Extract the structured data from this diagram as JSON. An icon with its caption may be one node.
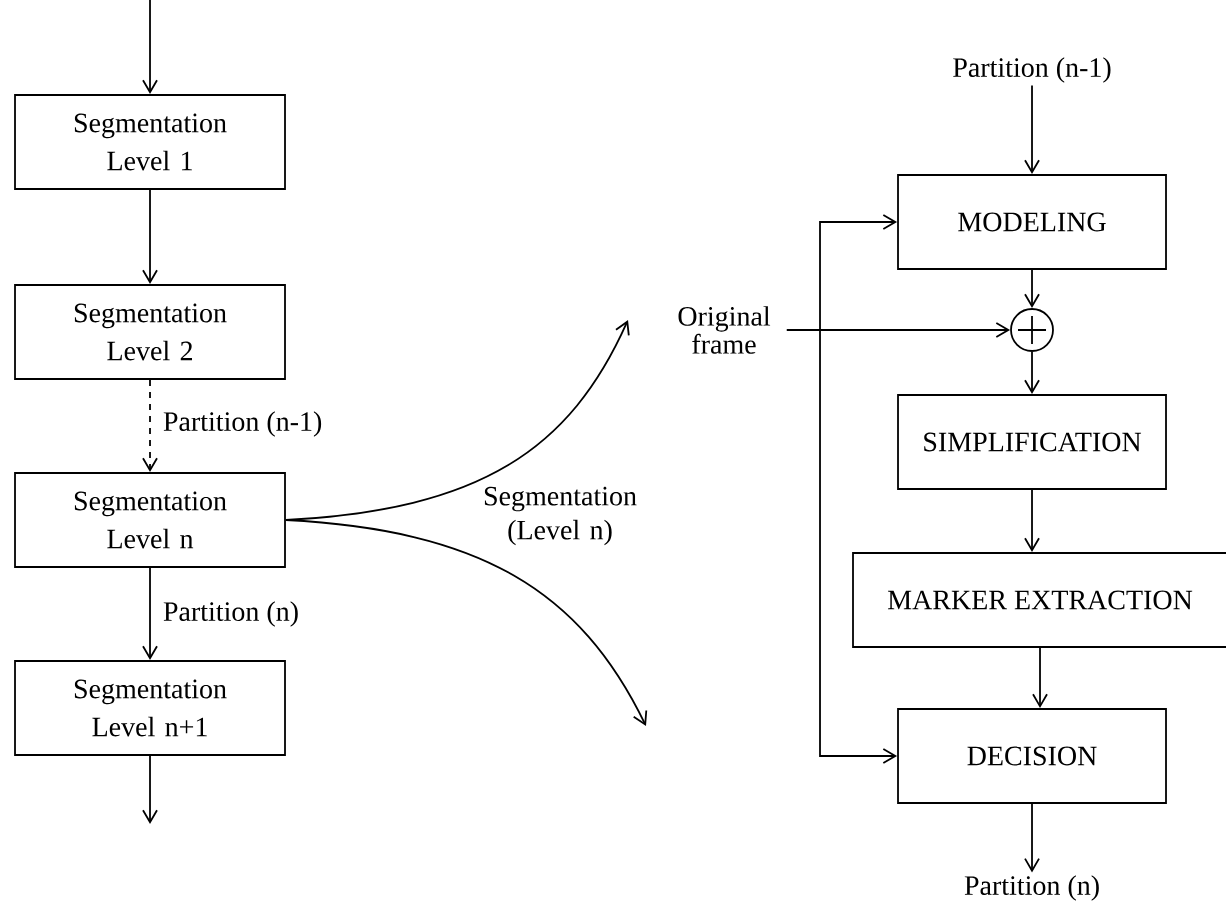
{
  "diagram": {
    "nodes": [
      {
        "text": [
          "Segmentation Level 1"
        ]
      },
      {
        "text": [
          "Segmentation Level 2"
        ]
      },
      {
        "text": [
          "Segmentation Level n"
        ]
      },
      {
        "text": [
          "Segmentation Level n+1"
        ]
      },
      {
        "text": [
          "Partition (n-1)"
        ]
      },
      {
        "text": [
          "MODELING"
        ]
      },
      {
        "text": [],
        "shape": "circle"
      },
      {
        "text": [
          "Original frame"
        ]
      },
      {
        "text": [
          "SIMPLIFICATION"
        ]
      },
      {
        "text": [
          "MARKER EXTRACTION"
        ]
      },
      {
        "text": [
          "DECISION"
        ]
      },
      {
        "text": [
          "Partition (n)"
        ]
      }
    ],
    "edges": [
      {
        "from": null,
        "to": 0,
        "arrow": "to"
      },
      {
        "from": 0,
        "to": 1,
        "arrow": "to"
      },
      {
        "from": 1,
        "to": 2,
        "arrow": "to",
        "style": "dashed",
        "label": "Partition (n-1)"
      },
      {
        "from": 2,
        "to": 3,
        "arrow": "to",
        "label": "Partition (n)"
      },
      {
        "from": 3,
        "to": null,
        "arrow": "to"
      },
      {
        "from": 2,
        "to": null,
        "arrow": "to"
      },
      {
        "from": 2,
        "to": null,
        "arrow": "to"
      },
      {
        "from": 4,
        "to": 5,
        "arrow": "to"
      },
      {
        "from": 5,
        "to": 6,
        "arrow": "to"
      },
      {
        "from": 7,
        "to": 6,
        "arrow": "to"
      },
      {
        "from": 7,
        "to": 5,
        "arrow": "to"
      },
      {
        "from": 7,
        "to": 10,
        "arrow": "to"
      },
      {
        "from": 6,
        "to": 8,
        "arrow": "to"
      },
      {
        "from": 8,
        "to": 9,
        "arrow": "to"
      },
      {
        "from": 9,
        "to": 10,
        "arrow": "to"
      },
      {
        "from": 10,
        "to": 11,
        "arrow": "to"
      }
    ],
    "labels": [
      "Segmentation (Level n)"
    ]
  }
}
